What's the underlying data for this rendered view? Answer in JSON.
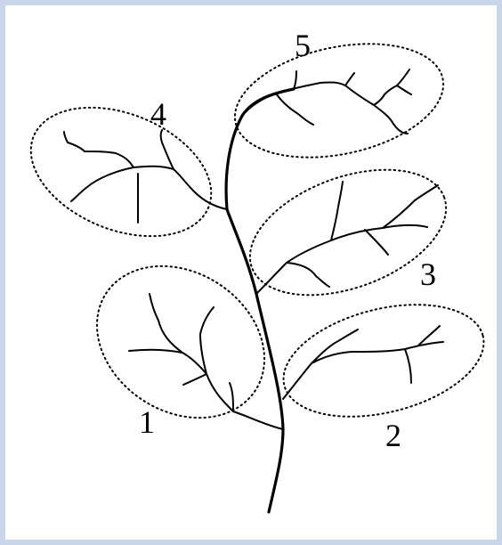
{
  "diagram": {
    "border_color": "#c9d6ea",
    "groups": [
      {
        "label": "1"
      },
      {
        "label": "2"
      },
      {
        "label": "3"
      },
      {
        "label": "4"
      },
      {
        "label": "5"
      }
    ]
  }
}
